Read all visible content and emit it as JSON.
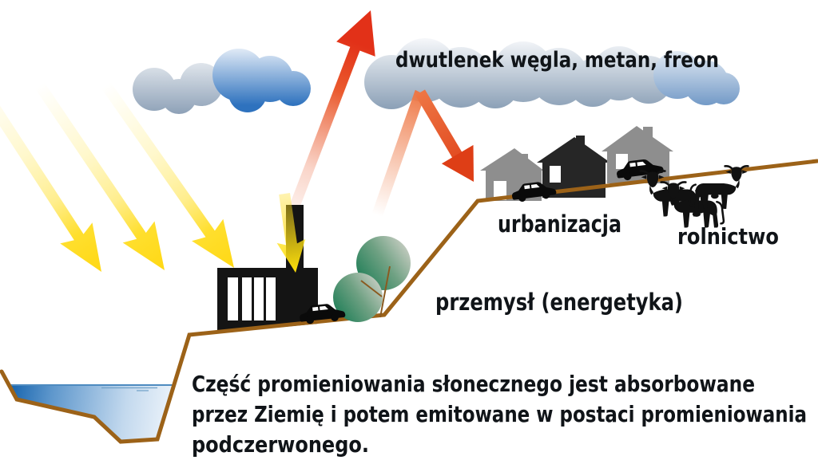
{
  "labels": {
    "gases": "dwutlenek węgla, metan, freon",
    "urbanization": "urbanizacja",
    "agriculture": "rolnictwo",
    "industry": "przemysł (energetyka)"
  },
  "caption": {
    "line1": "Część promieniowania słonecznego jest absorbowane",
    "line2": "przez Ziemię i potem emitowane w postaci promieniowania",
    "line3": "podczerwonego."
  },
  "colors": {
    "background": "#ffffff",
    "sun_ray_yellow": "#FFD814",
    "infrared_red": "#E23118",
    "infrared_orange": "#EE7644",
    "terrain_brown": "#9C6218",
    "water_deep_blue": "#1865AE",
    "water_light": "#EFF5FB",
    "cloud_blue": "#2E72BE",
    "cloud_gray": "#8FA2B8",
    "tree_green": "#157A52",
    "house_gray": "#8E8E8E",
    "silhouette_black": "#141414",
    "text_color": "#101418"
  },
  "scene_elements": [
    "cloud-left-icon",
    "cloud-right-icon",
    "sun-ray-arrow-icon",
    "infrared-up-arrow-icon",
    "infrared-bounce-arrow-icon",
    "lake-icon",
    "factory-icon",
    "chimney-icon",
    "tree-icon",
    "house-icon",
    "car-icon",
    "cow-icon",
    "terrain-line"
  ]
}
